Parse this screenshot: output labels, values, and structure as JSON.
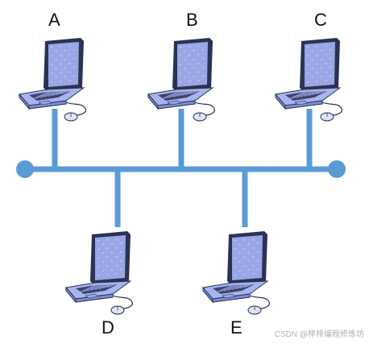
{
  "colors": {
    "bus": "#5b9bd5",
    "screen_frame": "#2a3354",
    "screen_fill": "#9aa6e6",
    "screen_dots": "#c9d0f4",
    "base_top": "#a9b4ee",
    "base_side": "#7f8bd6",
    "keys": "#3b4470",
    "mouse": "#dfe3f5",
    "outline": "#2a3354"
  },
  "nodes": [
    {
      "id": "a",
      "label": "A",
      "position": "top"
    },
    {
      "id": "b",
      "label": "B",
      "position": "top"
    },
    {
      "id": "c",
      "label": "C",
      "position": "top"
    },
    {
      "id": "d",
      "label": "D",
      "position": "bottom"
    },
    {
      "id": "e",
      "label": "E",
      "position": "bottom"
    }
  ],
  "watermark": "CSDN @梓梓编程修炼坊"
}
